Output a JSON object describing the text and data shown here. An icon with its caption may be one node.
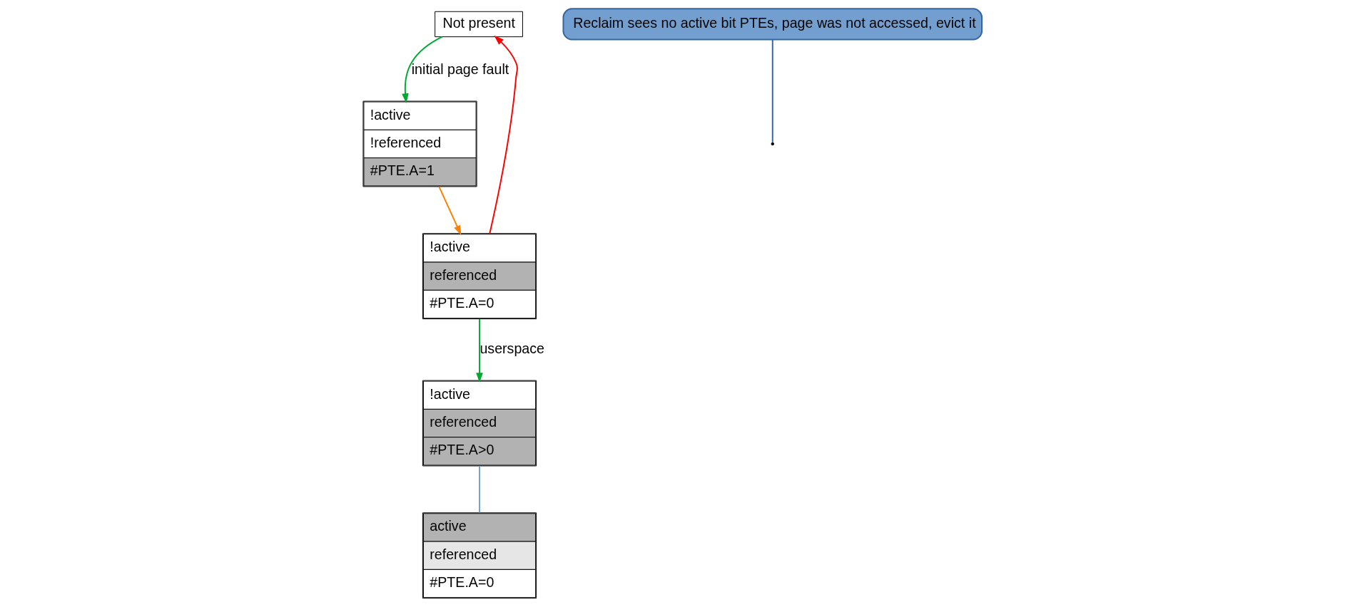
{
  "diagram": {
    "nodes": [
      {
        "text": [
          "Not present"
        ]
      },
      {
        "text": [
          "!active",
          "referenced",
          "#PTE.A=0"
        ]
      },
      {
        "text": [
          "active",
          "referenced",
          "#PTE.A=0"
        ]
      },
      {
        "text": [
          "Reclaim sees no active bit PTEs, page was not accessed, evict it"
        ]
      },
      {
        "text": [
          "!active",
          "!referenced",
          "#PTE.A=1"
        ]
      },
      {
        "text": [
          "!active",
          "referenced",
          "#PTE.A>0"
        ]
      }
    ],
    "edges": [
      {
        "from": 0,
        "to": 4,
        "arrow": "to",
        "label": "initial page fault",
        "color": "#00a933"
      },
      {
        "from": 4,
        "to": 1,
        "arrow": "to",
        "color": "#ff8000"
      },
      {
        "from": 1,
        "to": 0,
        "arrow": "to",
        "color": "#ff0000"
      },
      {
        "from": 1,
        "to": 5,
        "arrow": "to",
        "label": "userspace",
        "color": "#00a933"
      },
      {
        "from": 5,
        "to": 2,
        "arrow": "none",
        "color": "#729fcf"
      },
      {
        "from": 3,
        "to": null,
        "arrow": "none",
        "color": "#3465a4"
      }
    ]
  }
}
